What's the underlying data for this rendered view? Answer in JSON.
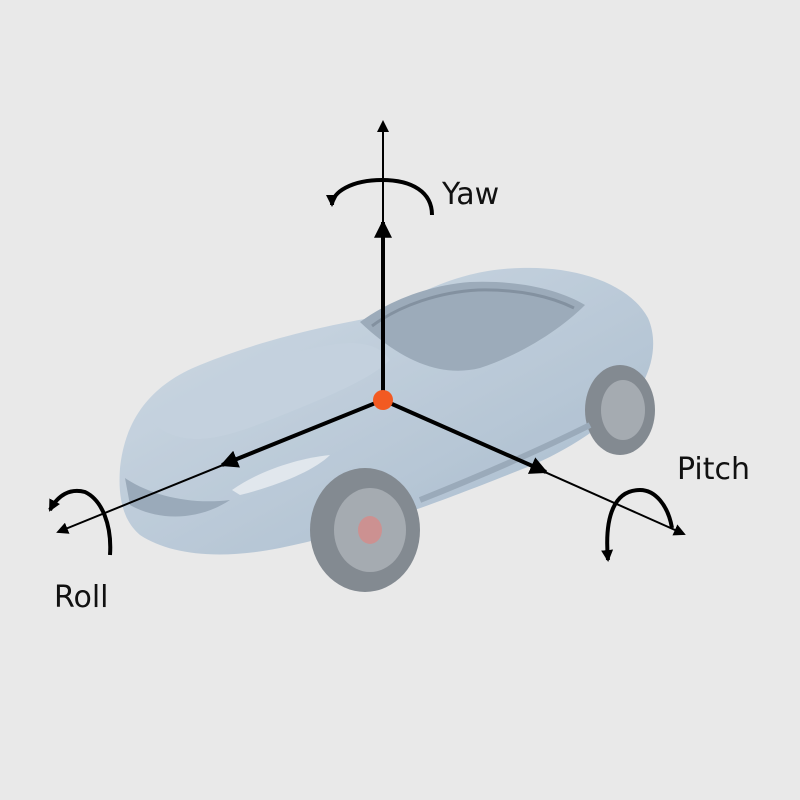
{
  "diagram": {
    "labels": {
      "yaw": "Yaw",
      "pitch": "Pitch",
      "roll": "Roll"
    },
    "colors": {
      "background": "#e9e9e9",
      "axis": "#000000",
      "origin": "#f25a22",
      "car_body": "#9fb7cf"
    }
  }
}
